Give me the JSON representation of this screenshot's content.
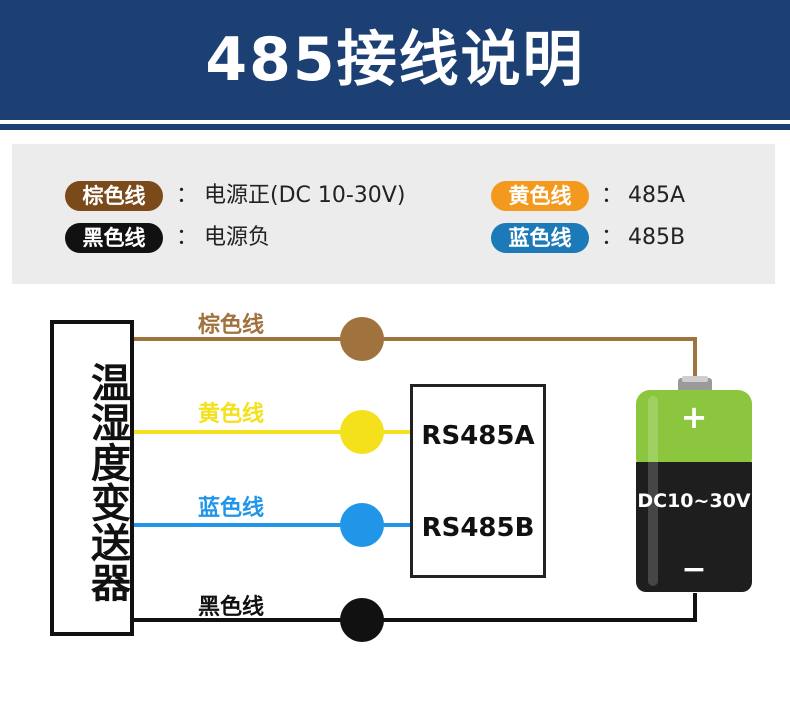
{
  "title": "485接线说明",
  "legend": {
    "items": [
      {
        "pill": "棕色线",
        "sep": "：",
        "text": "电源正(DC  10-30V)",
        "color": "#7a4a1a"
      },
      {
        "pill": "黑色线",
        "sep": "：",
        "text": "电源负",
        "color": "#111111"
      },
      {
        "pill": "黄色线",
        "sep": "：",
        "text": "485A",
        "color": "#f39a1e"
      },
      {
        "pill": "蓝色线",
        "sep": "：",
        "text": "485B",
        "color": "#1d7ab8"
      }
    ]
  },
  "device": {
    "label": "温湿度变送器"
  },
  "wires": [
    {
      "label": "棕色线",
      "color": "#a0733e",
      "label_color": "#a0733e"
    },
    {
      "label": "黄色线",
      "color": "#f5e11b",
      "label_color": "#f5e11b"
    },
    {
      "label": "蓝色线",
      "color": "#2196e8",
      "label_color": "#2196e8"
    },
    {
      "label": "黑色线",
      "color": "#111111",
      "label_color": "#111111"
    }
  ],
  "rs485": {
    "a": "RS485A",
    "b": "RS485B"
  },
  "battery": {
    "plus": "+",
    "minus": "−",
    "voltage": "DC10~30V",
    "top_color": "#8cc63f",
    "body_color": "#1e1e1e"
  }
}
